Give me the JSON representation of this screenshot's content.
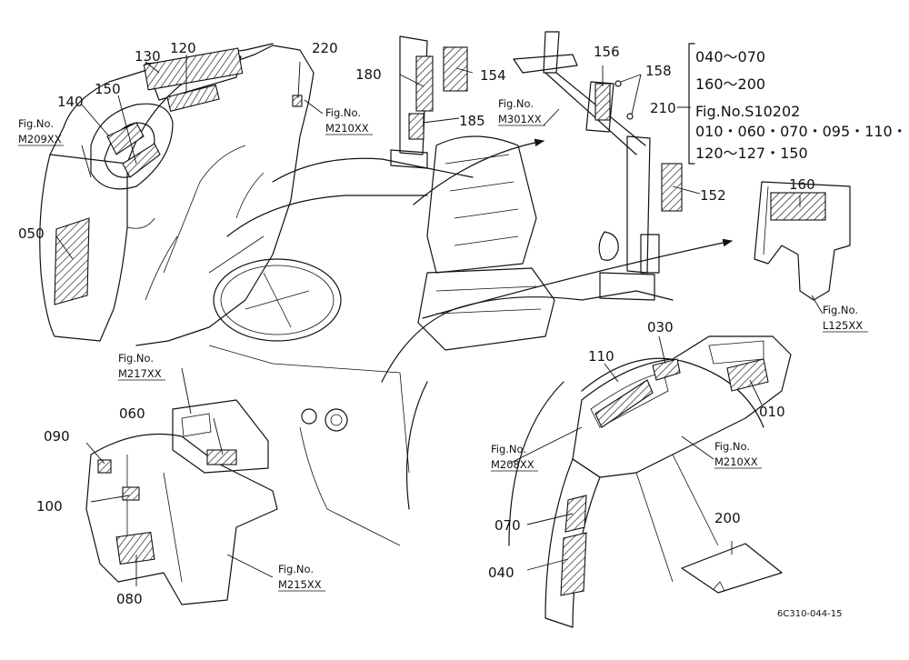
{
  "parts": {
    "p050": "050",
    "p140": "140",
    "p130": "130",
    "p120": "120",
    "p150": "150",
    "p220": "220",
    "p180": "180",
    "p154": "154",
    "p185": "185",
    "p156": "156",
    "p158": "158",
    "p210": "210",
    "p152": "152",
    "p160": "160",
    "p030": "030",
    "p110": "110",
    "p010": "010",
    "p060": "060",
    "p090": "090",
    "p100": "100",
    "p080": "080",
    "p070": "070",
    "p040": "040",
    "p200": "200"
  },
  "figs": {
    "m209": {
      "line1": "Fig.No.",
      "line2": "M209XX"
    },
    "m210a": {
      "line1": "Fig.No.",
      "line2": "M210XX"
    },
    "m301": {
      "line1": "Fig.No.",
      "line2": "M301XX"
    },
    "l125": {
      "line1": "Fig.No.",
      "line2": "L125XX"
    },
    "m217": {
      "line1": "Fig.No.",
      "line2": "M217XX"
    },
    "m208": {
      "line1": "Fig.No.",
      "line2": "M208XX"
    },
    "m210b": {
      "line1": "Fig.No.",
      "line2": "M210XX"
    },
    "m215": {
      "line1": "Fig.No.",
      "line2": "M215XX"
    }
  },
  "ref_list": {
    "line1": "040～070",
    "line2": "160～200",
    "line3": "Fig.No.S10202",
    "line4": "010・060・070・095・110・",
    "line5": "120～127・150"
  },
  "drawing_code": "6C310-044-15"
}
